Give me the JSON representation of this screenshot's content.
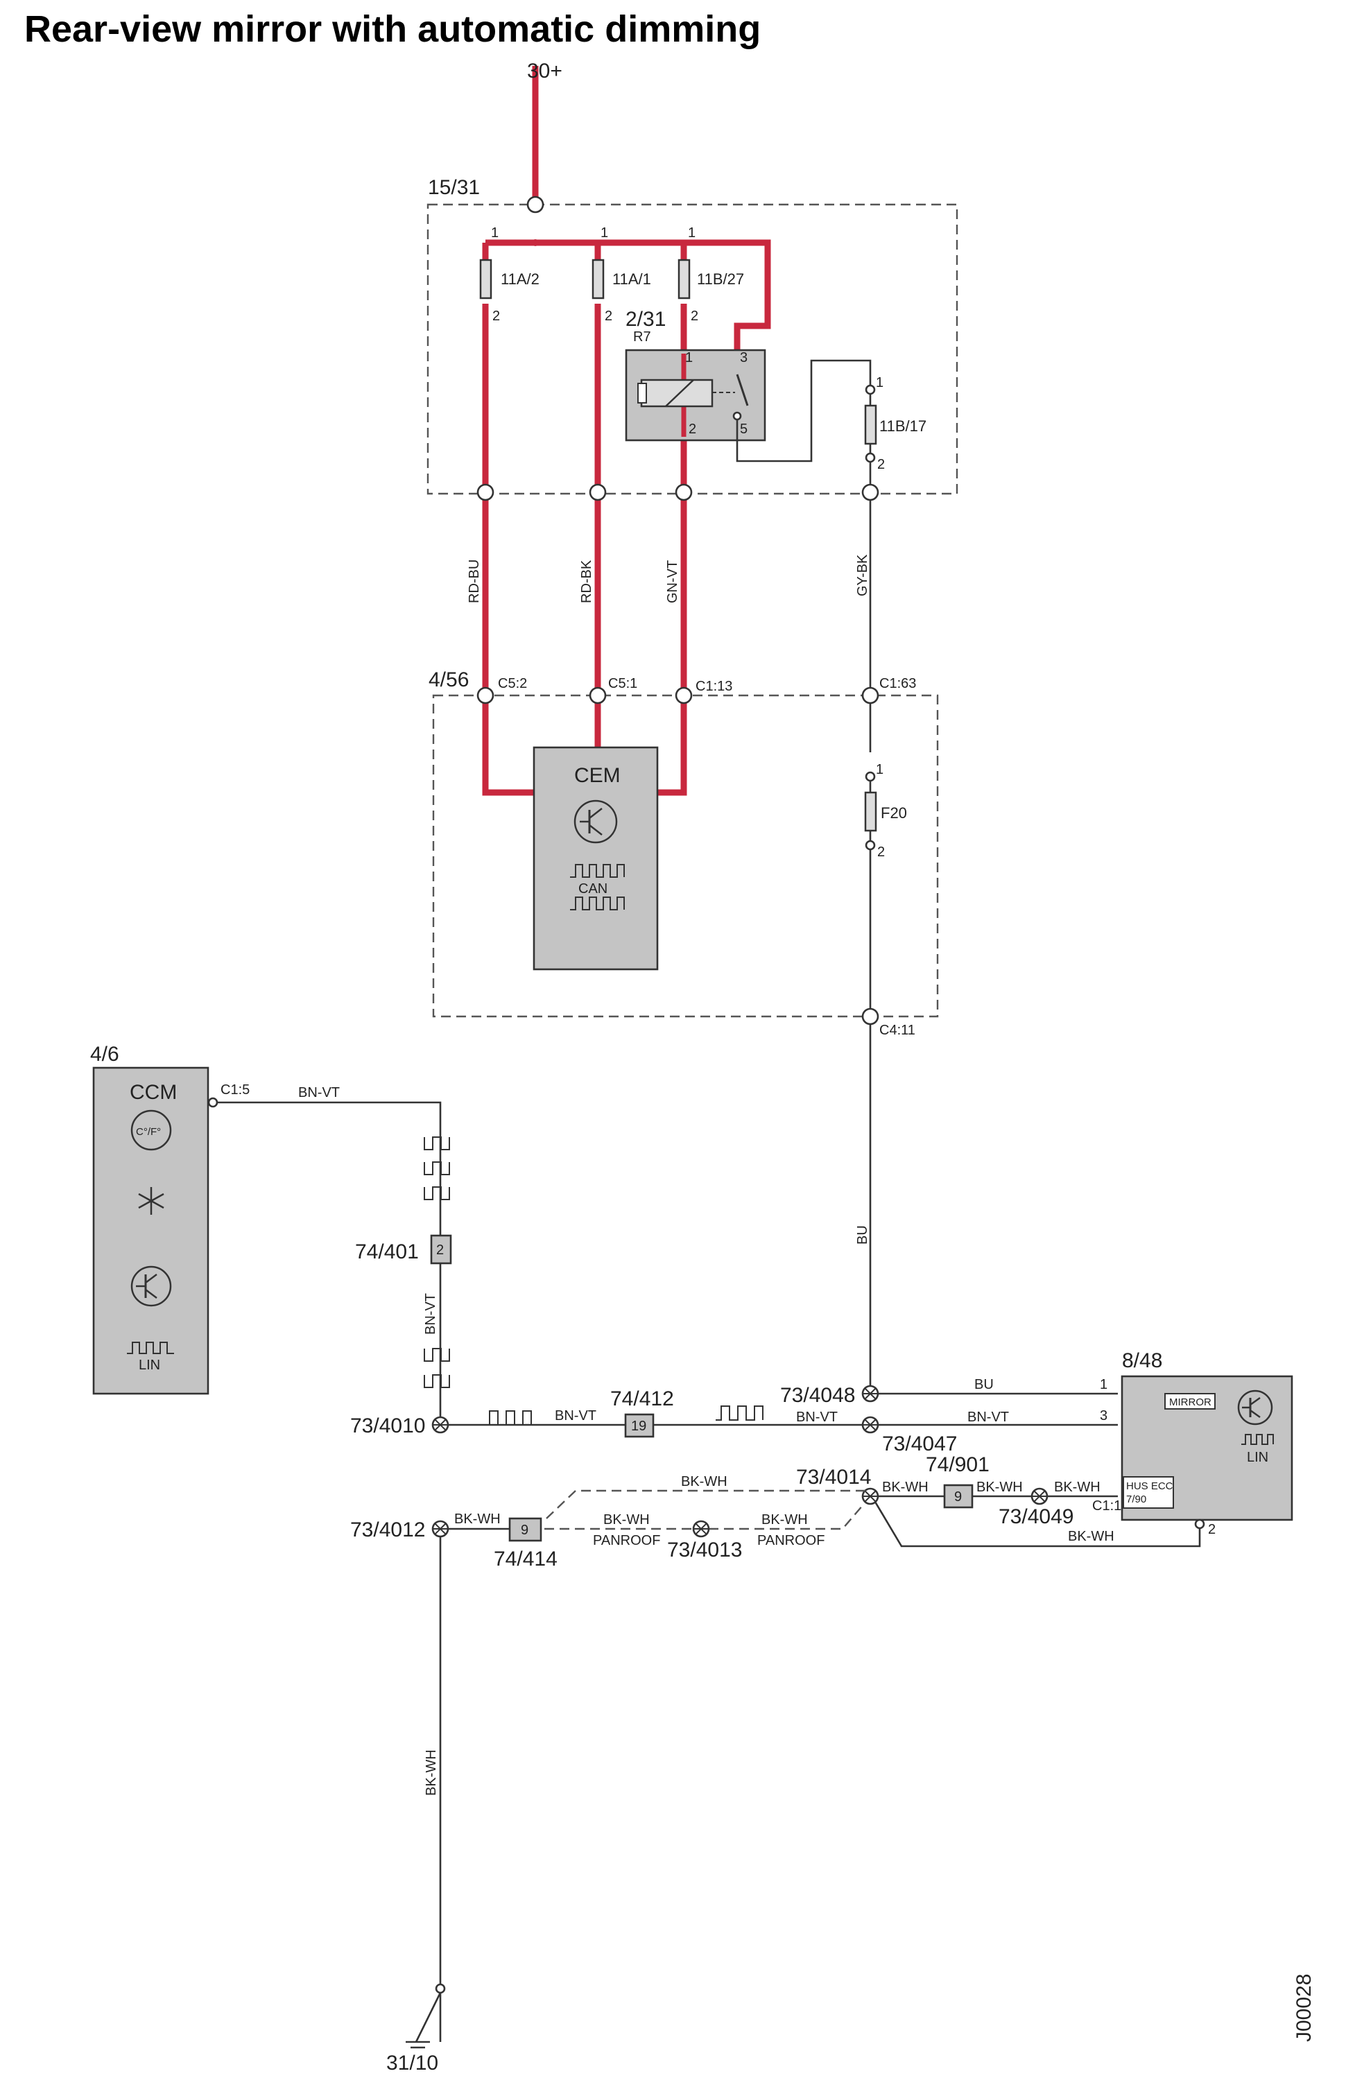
{
  "title": "Rear-view mirror with automatic dimming",
  "doc_id": "J00028",
  "supply": "30+",
  "ground": "31/10",
  "fusebox": {
    "id": "15/31",
    "fuses": [
      {
        "label": "11A/2",
        "pin_in": "1",
        "pin_out": "2"
      },
      {
        "label": "11A/1",
        "pin_in": "1",
        "pin_out": "2"
      },
      {
        "label": "11B/27",
        "pin_in": "1",
        "pin_out": "2"
      },
      {
        "label": "11B/17",
        "pin_in": "1",
        "pin_out": "2"
      }
    ],
    "relay": {
      "id": "2/31",
      "name": "R7",
      "pins": [
        "1",
        "2",
        "3",
        "5"
      ]
    }
  },
  "wires": {
    "rd_bu": "RD-BU",
    "rd_bk": "RD-BK",
    "gn_vt": "GN-VT",
    "gy_bk": "GY-BK",
    "bu": "BU",
    "bn_vt": "BN-VT",
    "bk_wh": "BK-WH",
    "panroof": "PANROOF"
  },
  "cem_box": {
    "id": "4/56",
    "connectors": [
      "C5:2",
      "C5:1",
      "C1:13",
      "C1:63",
      "C4:11"
    ],
    "module": "CEM",
    "bus": "CAN",
    "fuse": {
      "label": "F20",
      "pin_in": "1",
      "pin_out": "2"
    }
  },
  "ccm": {
    "id": "4/6",
    "name": "CCM",
    "temp": "C°/F°",
    "bus": "LIN",
    "connector": "C1:5"
  },
  "mirror": {
    "id": "8/48",
    "tag": "MIRROR",
    "bus": "LIN",
    "variant_line1": "HUS ECC",
    "variant_line2": "7/90",
    "pins": [
      "1",
      "3",
      "2"
    ],
    "connector": "C1:1"
  },
  "splices": [
    "73/4010",
    "73/4012",
    "73/4013",
    "73/4014",
    "73/4047",
    "73/4048",
    "73/4049"
  ],
  "connectors_inline": [
    {
      "id": "74/401",
      "pin": "2"
    },
    {
      "id": "74/412",
      "pin": "19"
    },
    {
      "id": "74/414",
      "pin": "9"
    },
    {
      "id": "74/901",
      "pin": "9"
    }
  ]
}
